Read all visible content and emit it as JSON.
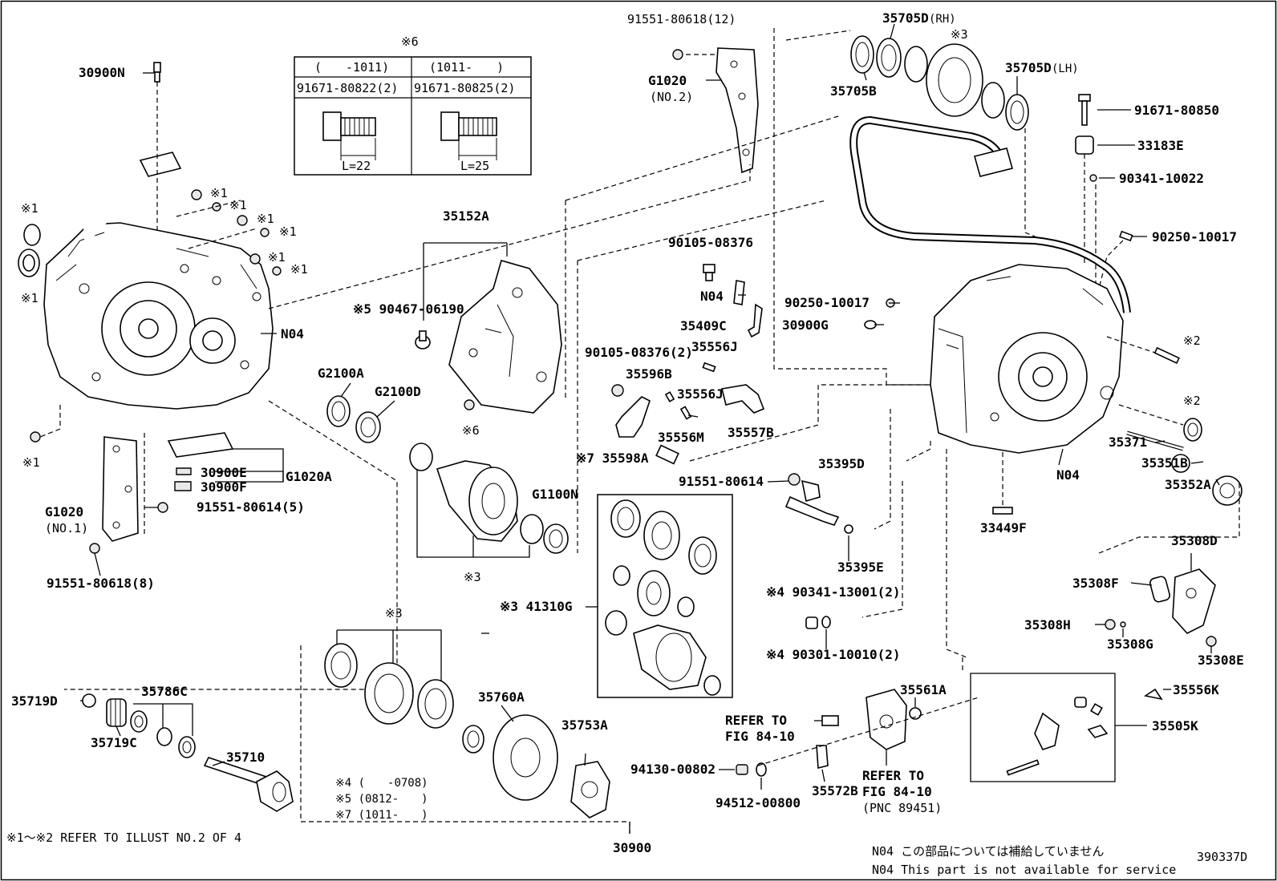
{
  "bolt_table": {
    "note": "※6",
    "col1_header": "(　　-1011)",
    "col2_header": "(1011-　　)",
    "col1_part": "91671-80822(2)",
    "col2_part": "91671-80825(2)",
    "col1_length": "L=22",
    "col2_length": "L=25"
  },
  "labels": [
    {
      "id": "lbl-30900n",
      "text": "30900N"
    },
    {
      "id": "lbl-91551-80618-12",
      "text": "91551-80618(12)"
    },
    {
      "id": "lbl-g1020-no2",
      "text": "G1020"
    },
    {
      "id": "lbl-no2",
      "text": "(NO.2)"
    },
    {
      "id": "lbl-35705d-rh",
      "text": "35705D"
    },
    {
      "id": "lbl-rh",
      "text": "(RH)"
    },
    {
      "id": "lbl-35705b",
      "text": "35705B"
    },
    {
      "id": "lbl-35705d-lh",
      "text": "35705D"
    },
    {
      "id": "lbl-lh",
      "text": "(LH)"
    },
    {
      "id": "lbl-x3-top",
      "text": "※3"
    },
    {
      "id": "lbl-91671-80850",
      "text": "91671-80850"
    },
    {
      "id": "lbl-33183e",
      "text": "33183E"
    },
    {
      "id": "lbl-90341-10022",
      "text": "90341-10022"
    },
    {
      "id": "lbl-90250-10017-a",
      "text": "90250-10017"
    },
    {
      "id": "lbl-35152a",
      "text": "35152A"
    },
    {
      "id": "lbl-90105-08376",
      "text": "90105-08376"
    },
    {
      "id": "lbl-n04-mid",
      "text": "N04"
    },
    {
      "id": "lbl-35409c",
      "text": "35409C"
    },
    {
      "id": "lbl-35556j",
      "text": "35556J"
    },
    {
      "id": "lbl-90250-10017-b",
      "text": "90250-10017"
    },
    {
      "id": "lbl-30900g",
      "text": "30900G"
    },
    {
      "id": "lbl-x5-90467",
      "text": "※5 90467-06190"
    },
    {
      "id": "lbl-n04-left",
      "text": "N04"
    },
    {
      "id": "lbl-g2100a",
      "text": "G2100A"
    },
    {
      "id": "lbl-g2100d",
      "text": "G2100D"
    },
    {
      "id": "lbl-90105-08376-2",
      "text": "90105-08376(2)"
    },
    {
      "id": "lbl-35596b",
      "text": "35596B"
    },
    {
      "id": "lbl-35556j-2",
      "text": "35556J"
    },
    {
      "id": "lbl-35557b",
      "text": "35557B"
    },
    {
      "id": "lbl-35556m",
      "text": "35556M"
    },
    {
      "id": "lbl-x6",
      "text": "※6"
    },
    {
      "id": "lbl-x7-35598a",
      "text": "※7 35598A"
    },
    {
      "id": "lbl-x2-a",
      "text": "※2"
    },
    {
      "id": "lbl-x2-b",
      "text": "※2"
    },
    {
      "id": "lbl-35371",
      "text": "35371"
    },
    {
      "id": "lbl-35351b",
      "text": "35351B"
    },
    {
      "id": "lbl-35352a",
      "text": "35352A"
    },
    {
      "id": "lbl-n04-right",
      "text": "N04"
    },
    {
      "id": "lbl-30900e",
      "text": "30900E"
    },
    {
      "id": "lbl-30900f",
      "text": "30900F"
    },
    {
      "id": "lbl-g1020a",
      "text": "G1020A"
    },
    {
      "id": "lbl-91551-80614-5",
      "text": "91551-80614(5)"
    },
    {
      "id": "lbl-g1020-no1",
      "text": "G1020"
    },
    {
      "id": "lbl-no1",
      "text": "(NO.1)"
    },
    {
      "id": "lbl-91551-80618-8",
      "text": "91551-80618(8)"
    },
    {
      "id": "lbl-x1-lower",
      "text": "※1"
    },
    {
      "id": "lbl-x1-left-a",
      "text": "※1"
    },
    {
      "id": "lbl-x1-left-b",
      "text": "※1"
    },
    {
      "id": "lbl-x1-c1",
      "text": "※1"
    },
    {
      "id": "lbl-x1-c2",
      "text": "※1"
    },
    {
      "id": "lbl-x1-c3",
      "text": "※1"
    },
    {
      "id": "lbl-x1-c4",
      "text": "※1"
    },
    {
      "id": "lbl-x1-c5",
      "text": "※1"
    },
    {
      "id": "lbl-x1-c6",
      "text": "※1"
    },
    {
      "id": "lbl-g1100n",
      "text": "G1100N"
    },
    {
      "id": "lbl-x3-mid",
      "text": "※3"
    },
    {
      "id": "lbl-91551-80614",
      "text": "91551-80614"
    },
    {
      "id": "lbl-35395d",
      "text": "35395D"
    },
    {
      "id": "lbl-35395e",
      "text": "35395E"
    },
    {
      "id": "lbl-33449f",
      "text": "33449F"
    },
    {
      "id": "lbl-x3-41310g",
      "text": "※3 41310G"
    },
    {
      "id": "lbl-x4-90341",
      "text": "※4 90341-13001(2)"
    },
    {
      "id": "lbl-x4-90301",
      "text": "※4 90301-10010(2)"
    },
    {
      "id": "lbl-35308d",
      "text": "35308D"
    },
    {
      "id": "lbl-35308f",
      "text": "35308F"
    },
    {
      "id": "lbl-35308h",
      "text": "35308H"
    },
    {
      "id": "lbl-35308g",
      "text": "35308G"
    },
    {
      "id": "lbl-35308e",
      "text": "35308E"
    },
    {
      "id": "lbl-35719d",
      "text": "35719D"
    },
    {
      "id": "lbl-35786c",
      "text": "35786C"
    },
    {
      "id": "lbl-35719c",
      "text": "35719C"
    },
    {
      "id": "lbl-35710",
      "text": "35710"
    },
    {
      "id": "lbl-x3-low",
      "text": "※3"
    },
    {
      "id": "lbl-35760a",
      "text": "35760A"
    },
    {
      "id": "lbl-35753a",
      "text": "35753A"
    },
    {
      "id": "lbl-x4-0708",
      "text": "※4 (　　-0708)"
    },
    {
      "id": "lbl-x5-0812",
      "text": "※5 (0812-　　)"
    },
    {
      "id": "lbl-x7-1011",
      "text": "※7 (1011-　　)"
    },
    {
      "id": "lbl-35561a",
      "text": "35561A"
    },
    {
      "id": "lbl-refer-a1",
      "text": "REFER TO"
    },
    {
      "id": "lbl-refer-a2",
      "text": "FIG 84-10"
    },
    {
      "id": "lbl-94130",
      "text": "94130-00802"
    },
    {
      "id": "lbl-94512",
      "text": "94512-00800"
    },
    {
      "id": "lbl-35572b",
      "text": "35572B"
    },
    {
      "id": "lbl-refer-b1",
      "text": "REFER TO"
    },
    {
      "id": "lbl-refer-b2",
      "text": "FIG 84-10"
    },
    {
      "id": "lbl-refer-b3",
      "text": "(PNC 89451)"
    },
    {
      "id": "lbl-35556k",
      "text": "35556K"
    },
    {
      "id": "lbl-35505k",
      "text": "35505K"
    }
  ],
  "footer": {
    "left_note": "※1～※2 REFER TO ILLUST NO.2 OF 4",
    "center_part": "30900",
    "n04_jp": "N04 この部品については補給していません",
    "n04_en": "N04 This part is not available for service",
    "illust_number": "390337D"
  }
}
